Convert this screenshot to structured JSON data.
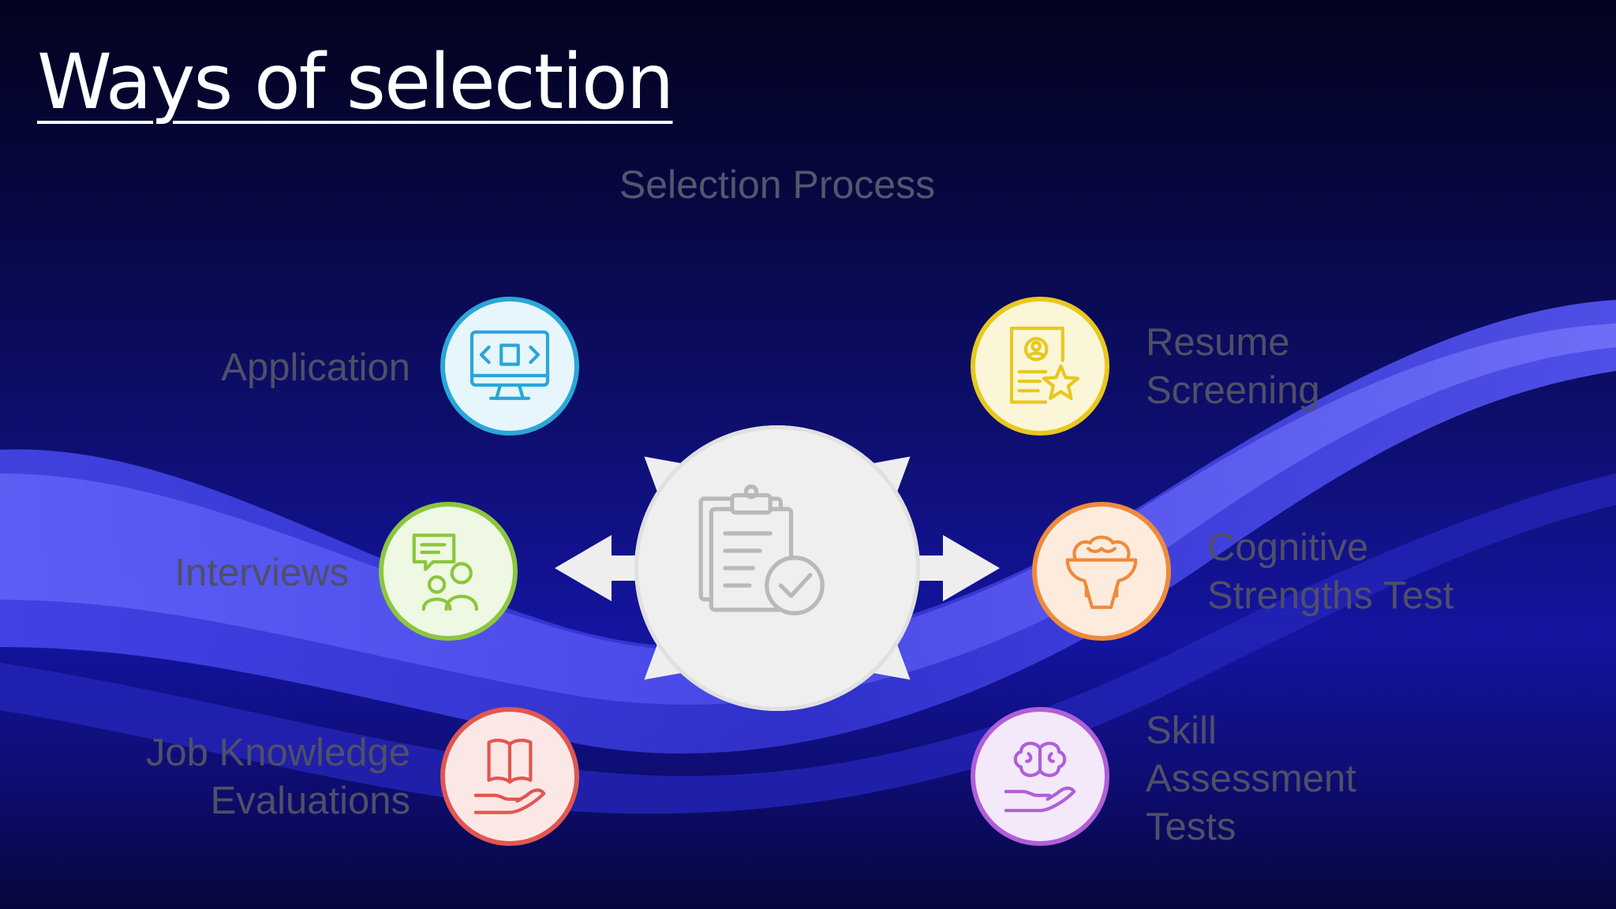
{
  "slide": {
    "title": "Ways of selection"
  },
  "diagram": {
    "title": "Selection Process",
    "hub_icon": "clipboard-check-icon",
    "nodes": [
      {
        "label": "Application",
        "icon": "monitor-code-icon",
        "color": "#2aa6d8",
        "fill": "#e6f6fc"
      },
      {
        "label": "Interviews",
        "icon": "conversation-icon",
        "color": "#8cc63f",
        "fill": "#eef8e2"
      },
      {
        "label": "Job Knowledge\nEvaluations",
        "icon": "book-in-hand-icon",
        "color": "#e0574f",
        "fill": "#fbe8e6"
      },
      {
        "label": "Resume\nScreening",
        "icon": "resume-star-icon",
        "color": "#e8c81e",
        "fill": "#fbf6d8"
      },
      {
        "label": "Cognitive\nStrengths Test",
        "icon": "brain-bowl-icon",
        "color": "#ef8a3c",
        "fill": "#fdecde"
      },
      {
        "label": "Skill\nAssessment\nTests",
        "icon": "brain-in-hand-icon",
        "color": "#b05fd6",
        "fill": "#f4e8fb"
      }
    ]
  }
}
